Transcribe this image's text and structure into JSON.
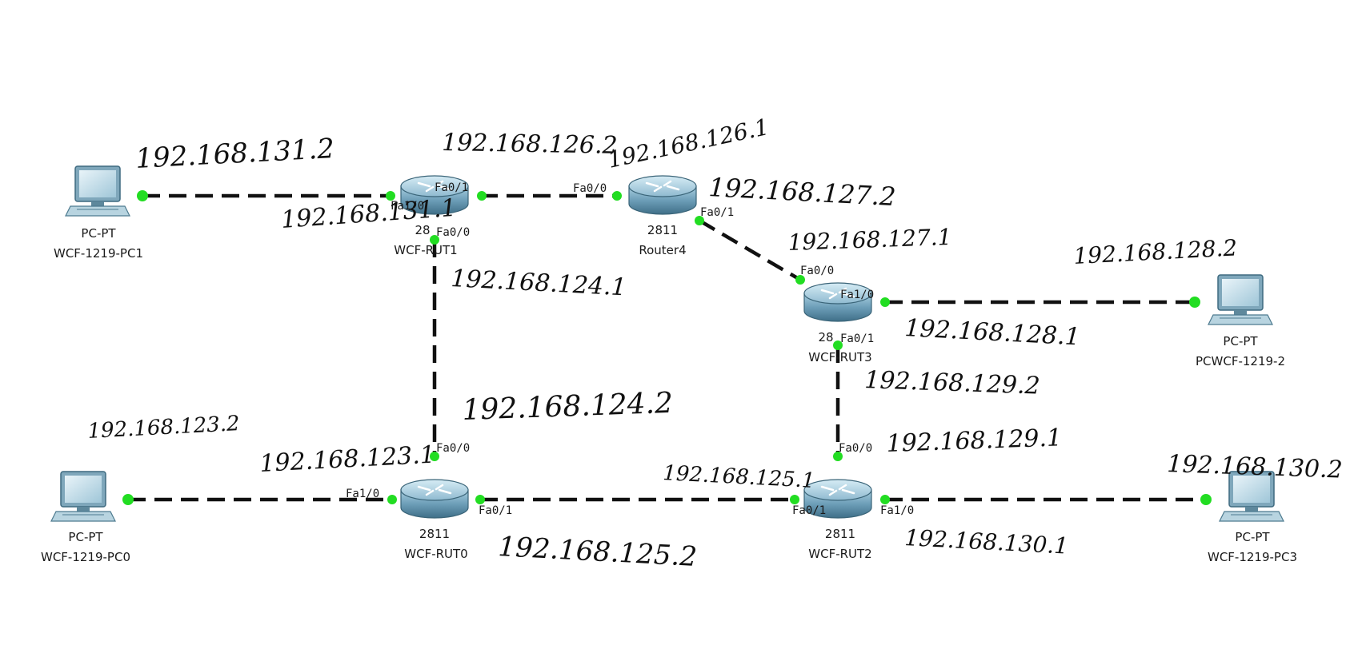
{
  "colors": {
    "link": "#111111",
    "port_dot": "#22dd22",
    "router_body": "#6d9eb8",
    "pc_screen": "#c8e2ee"
  },
  "devices": [
    {
      "id": "pc1",
      "kind": "pc",
      "type": "PC-PT",
      "name": "WCF-1219-PC1",
      "icon": "pc-icon"
    },
    {
      "id": "rut1",
      "kind": "router",
      "type": "28",
      "name": "WCF-RUT1",
      "icon": "router-icon"
    },
    {
      "id": "router4",
      "kind": "router",
      "type": "2811",
      "name": "Router4",
      "icon": "router-icon"
    },
    {
      "id": "rut3",
      "kind": "router",
      "type": "28",
      "name": "WCF-RUT3",
      "icon": "router-icon"
    },
    {
      "id": "pc2",
      "kind": "pc",
      "type": "PC-PT",
      "name": "PCWCF-1219-2",
      "icon": "pc-icon"
    },
    {
      "id": "pc0",
      "kind": "pc",
      "type": "PC-PT",
      "name": "WCF-1219-PC0",
      "icon": "pc-icon"
    },
    {
      "id": "rut0",
      "kind": "router",
      "type": "2811",
      "name": "WCF-RUT0",
      "icon": "router-icon"
    },
    {
      "id": "rut2",
      "kind": "router",
      "type": "2811",
      "name": "WCF-RUT2",
      "icon": "router-icon"
    },
    {
      "id": "pc3",
      "kind": "pc",
      "type": "PC-PT",
      "name": "WCF-1219-PC3",
      "icon": "pc-icon"
    }
  ],
  "ports": {
    "rut1_fa1_0": "Fa1/0",
    "rut1_fa0_1": "Fa0/1",
    "rut1_fa0_0": "Fa0/0",
    "router4_fa0_0": "Fa0/0",
    "router4_fa0_1": "Fa0/1",
    "rut3_fa0_0": "Fa0/0",
    "rut3_fa1_0": "Fa1/0",
    "rut3_fa0_1": "Fa0/1",
    "rut0_fa0_0": "Fa0/0",
    "rut0_fa1_0": "Fa1/0",
    "rut0_fa0_1": "Fa0/1",
    "rut2_fa0_0": "Fa0/0",
    "rut2_fa0_1": "Fa0/1",
    "rut2_fa1_0": "Fa1/0"
  },
  "ip_annotations": {
    "pc1": "192.168.131.2",
    "rut1_fa1_0": "192.168.131.1",
    "rut1_fa0_1": "192.168.126.2",
    "router4_fa0_0": "192.168.126.1",
    "router4_fa0_1": "192.168.127.2",
    "rut3_fa0_0": "192.168.127.1",
    "pc2": "192.168.128.2",
    "rut3_fa1_0": "192.168.128.1",
    "rut1_fa0_0": "192.168.124.1",
    "rut0_fa0_0": "192.168.124.2",
    "rut3_fa0_1": "192.168.129.2",
    "rut2_fa0_0": "192.168.129.1",
    "pc0": "192.168.123.2",
    "rut0_fa1_0": "192.168.123.1",
    "rut2_fa0_1": "192.168.125.1",
    "rut0_fa0_1": "192.168.125.2",
    "pc3": "192.168.130.2",
    "rut2_fa1_0": "192.168.130.1"
  }
}
